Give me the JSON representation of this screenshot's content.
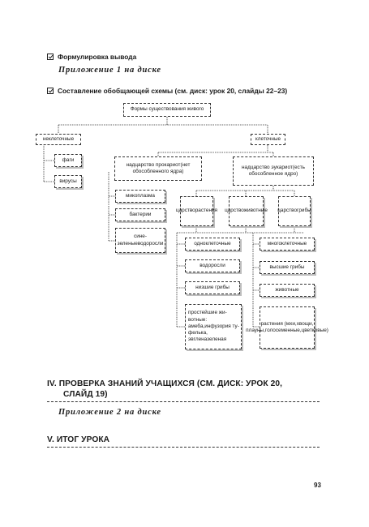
{
  "items": {
    "conclusion_label": "Формулировка вывода",
    "appendix1": "Приложение 1 на диске",
    "summary_scheme_label": "Составление обобщающей схемы (см. диск: урок 20, слайды 22–23)"
  },
  "scheme": {
    "root": "Формы существования живого",
    "noncellular": "неклеточные",
    "cellular": "клеточные",
    "phages": "фаги",
    "viruses": "вирусы",
    "prokaryotes": [
      "надцарство прокариот",
      "(нет обособленного ядра)"
    ],
    "eukaryotes": [
      "надцарство эукариот",
      "(есть обособленное ядро)"
    ],
    "mycoplasma": "микоплазма",
    "bacteria": "бактерии",
    "bluegreen": [
      "сине-зеленые",
      "водоросли"
    ],
    "kingdom_plants": [
      "царство",
      "растения"
    ],
    "kingdom_animals": [
      "царство",
      "животные"
    ],
    "kingdom_fungi": [
      "царство",
      "грибы"
    ],
    "unicellular": "одноклеточные",
    "algae": "водоросли",
    "lower_fungi": "низшие грибы",
    "protozoa": [
      "простейшие жи-",
      "вотные: амеба,",
      "инфузория ту-",
      "фелька, эвглена",
      "зеленая"
    ],
    "multicellular": "многоклеточные",
    "higher_fungi": "высшие грибы",
    "animals": "животные",
    "plants": [
      "растения (мхи,",
      "хвощи, плауны,",
      "голосеменные,",
      "цветковые)"
    ]
  },
  "sections": {
    "section4": [
      "IV.  ПРОВЕРКА ЗНАНИЙ УЧАЩИХСЯ (СМ. ДИСК: УРОК 20,",
      "СЛАЙД 19)"
    ],
    "appendix2": "Приложение 2 на диске",
    "section5": "V.  ИТОГ УРОКА"
  },
  "page_number": "93"
}
